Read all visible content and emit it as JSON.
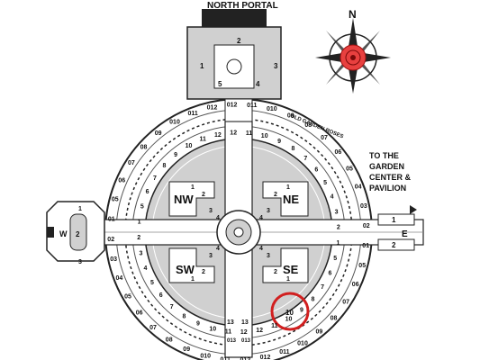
{
  "title": "NORTH PORTAL",
  "compass": {
    "letter": "N",
    "emblem": "rose-icon",
    "colors": {
      "rose": "#e8403f",
      "frame": "#222222"
    }
  },
  "quadrants": {
    "nw": "NW",
    "ne": "NE",
    "sw": "SW",
    "se": "SE"
  },
  "north_building": {
    "bays": [
      "1",
      "2",
      "3",
      "4",
      "5"
    ]
  },
  "west_pavilion": {
    "label": "W",
    "bays": [
      "1",
      "2",
      "3"
    ]
  },
  "east_exit": {
    "label": "E",
    "paths": [
      "1",
      "2"
    ]
  },
  "old_roses_label": "OLD GARDEN ROSES",
  "directions": {
    "line1": "TO THE",
    "line2": "GARDEN",
    "line3": "CENTER &",
    "line4": "PAVILION"
  },
  "bed_labels": {
    "ring_outer": [
      "011",
      "010",
      "09",
      "08",
      "07",
      "06",
      "05",
      "04",
      "03",
      "02",
      "01",
      "05",
      "06",
      "07",
      "08",
      "09",
      "010",
      "011",
      "012",
      "012",
      "011",
      "010",
      "09",
      "08",
      "07",
      "06",
      "05",
      "04",
      "03",
      "02",
      "01",
      "05",
      "06",
      "07",
      "08",
      "09",
      "010",
      "011",
      "012",
      "012"
    ],
    "ring_middle": [
      "11",
      "10",
      "9",
      "8",
      "7",
      "6",
      "5",
      "4",
      "3",
      "2",
      "1",
      "5",
      "6",
      "7",
      "8",
      "9",
      "10",
      "11",
      "12",
      "12",
      "11",
      "10",
      "9",
      "8",
      "7",
      "6",
      "5",
      "4",
      "3",
      "2",
      "1",
      "5",
      "6",
      "7",
      "8",
      "9",
      "10",
      "11",
      "12",
      "12"
    ],
    "inner_nw": [
      "1",
      "2",
      "3",
      "4"
    ],
    "inner_ne": [
      "1",
      "2",
      "3",
      "4"
    ],
    "inner_sw": [
      "1",
      "2",
      "3",
      "4"
    ],
    "inner_se": [
      "1",
      "2",
      "3",
      "4"
    ],
    "south_path": [
      "13",
      "013",
      "13",
      "013"
    ]
  },
  "highlight": {
    "label": "10",
    "color": "#d11f1f"
  }
}
